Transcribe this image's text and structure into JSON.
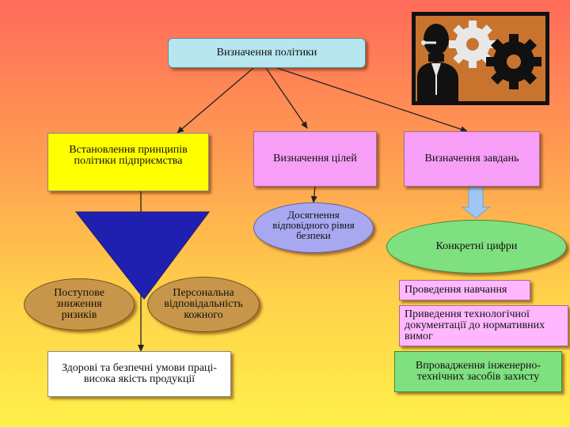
{
  "colors": {
    "top": "#b8e6ef",
    "yellow": "#ffff00",
    "pink": "#f79ef7",
    "lavender": "#a8a8f0",
    "green": "#7fe07f",
    "brown": "#c8964a",
    "light_pink": "#ffb8ff",
    "white": "#ffffff",
    "triangle": "#2020b0",
    "arrow": "#9ec7f5"
  },
  "nodes": {
    "top": "Визначення політики",
    "principles": "Встановлення принципів політики підприємства",
    "goals": "Визначення цілей",
    "tasks": "Визначення завдань",
    "safety_level": "Досягнення відповідного рівня безпеки",
    "figures": "Конкретні цифри",
    "risk_reduction": "Поступове зниження ризиків",
    "responsibility": "Персональна відповідальність кожного",
    "outcome": "Здорові та безпечні умови праці-висока якість продукції",
    "training": "Проведення навчання",
    "documentation": "Приведення технологічної документації до нормативних вимог",
    "engineering": "Впровадження інженерно-технічних засобів захисту"
  },
  "icons": {
    "illustration": "businessman-gears-icon"
  }
}
